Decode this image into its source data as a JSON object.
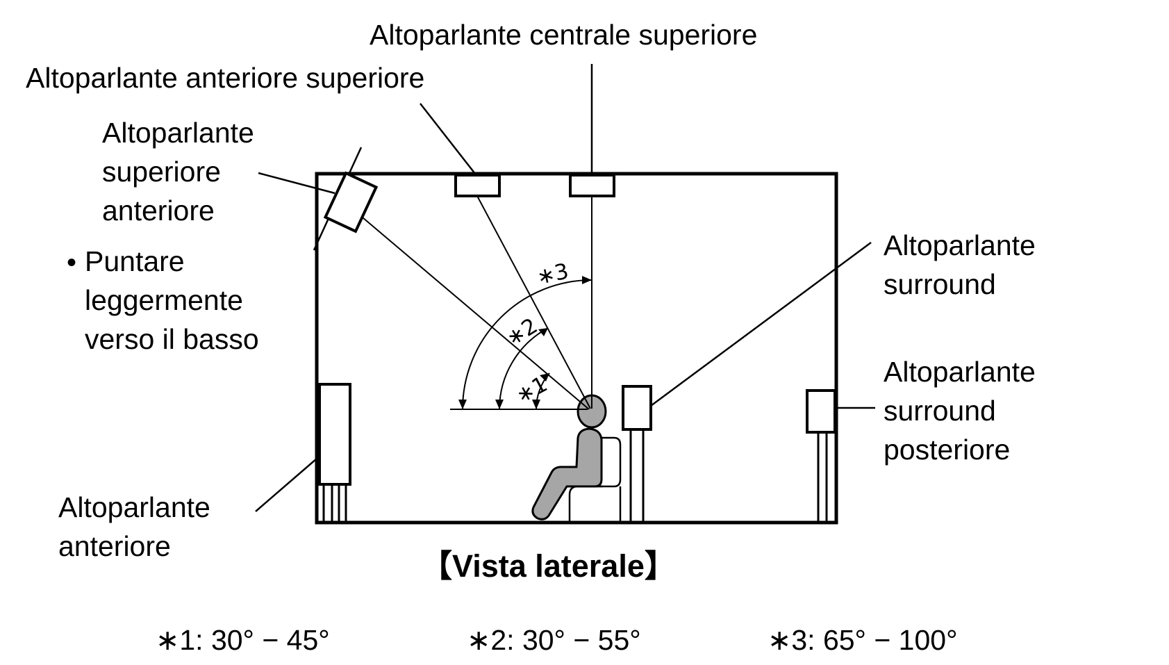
{
  "labels": {
    "center_top": "Altoparlante centrale superiore",
    "front_top": "Altoparlante anteriore superiore",
    "top_front": [
      "Altoparlante",
      "superiore",
      "anteriore"
    ],
    "aim_note": [
      "Puntare",
      "leggermente",
      "verso il basso"
    ],
    "front": [
      "Altoparlante",
      "anteriore"
    ],
    "surround": [
      "Altoparlante",
      "surround"
    ],
    "surround_back": [
      "Altoparlante",
      "surround",
      "posteriore"
    ]
  },
  "view_title": "【Vista laterale】",
  "angles": [
    {
      "mark": "∗1",
      "range": "∗1: 30° − 45°"
    },
    {
      "mark": "∗2",
      "range": "∗2: 30° − 55°"
    },
    {
      "mark": "∗3",
      "range": "∗3: 65° − 100°"
    }
  ],
  "bullet": "•",
  "colors": {
    "line": "#000000",
    "person": "#a6a6a6",
    "background": "#ffffff"
  }
}
